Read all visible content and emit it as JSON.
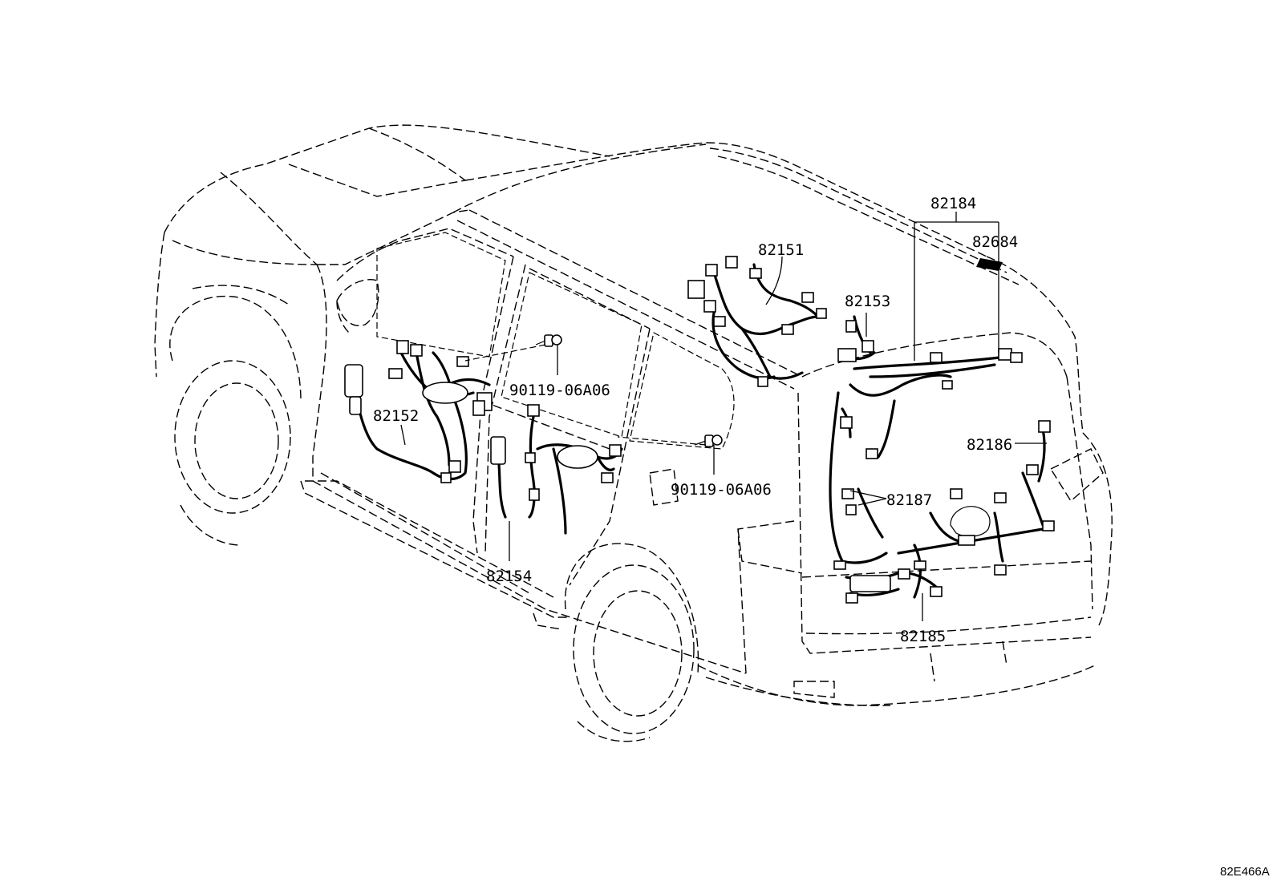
{
  "parts": [
    {
      "number": "82184"
    },
    {
      "number": "82684"
    },
    {
      "number": "82151"
    },
    {
      "number": "82153"
    },
    {
      "number": "90119-06A06"
    },
    {
      "number": "82152"
    },
    {
      "number": "82186"
    },
    {
      "number": "82187"
    },
    {
      "number": "90119-06A06"
    },
    {
      "number": "82154"
    },
    {
      "number": "82185"
    }
  ],
  "diagram_code": "82E466A"
}
